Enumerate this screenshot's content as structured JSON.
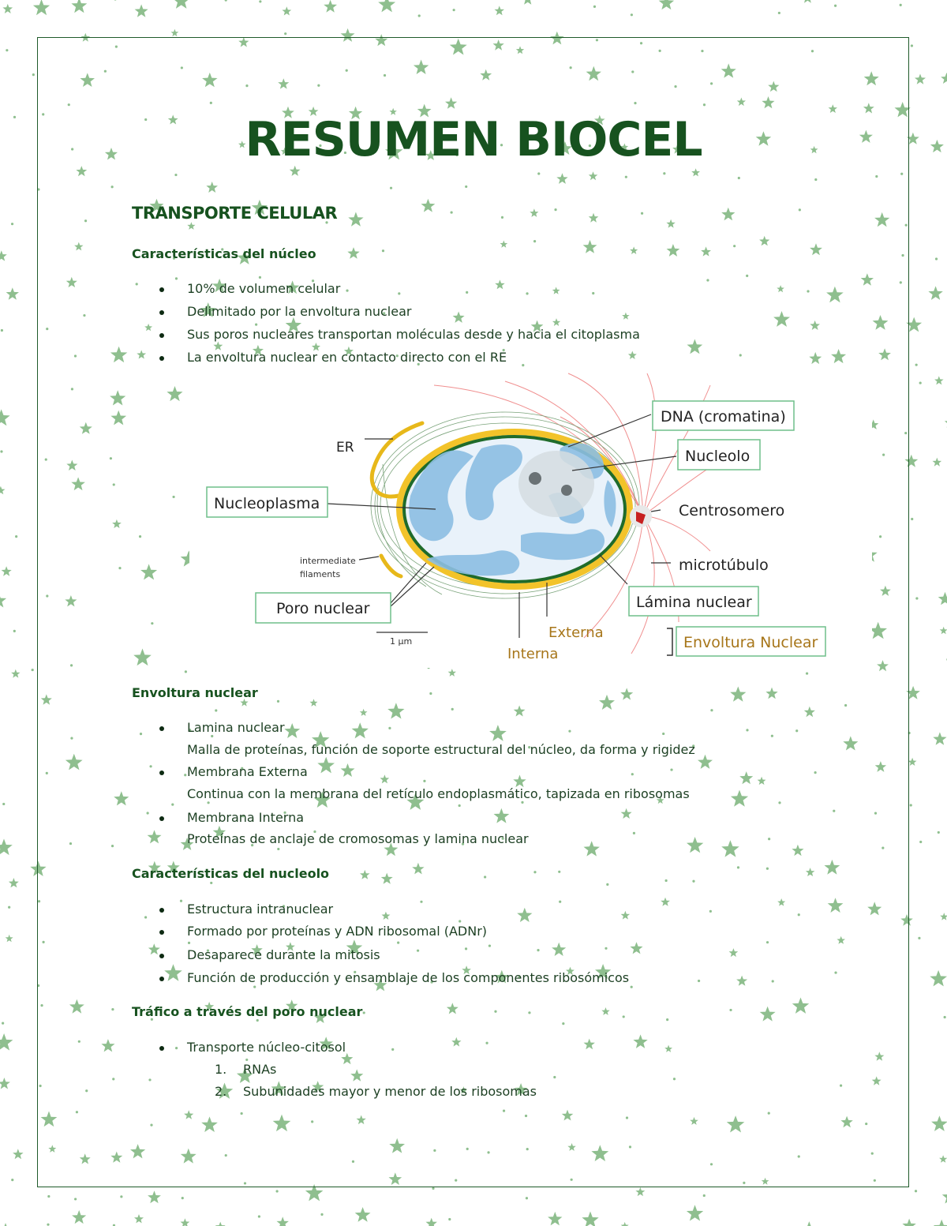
{
  "title": "RESUMEN BIOCEL",
  "section": "TRANSPORTE CELULAR",
  "nucleo": {
    "heading": "Características del núcleo",
    "items": [
      "10% de volumen celular",
      "Delimitado por la envoltura nuclear",
      "Sus poros nucleares transportan moléculas desde y hacia el citoplasma",
      "La envoltura nuclear en contacto directo con el RE"
    ]
  },
  "diagram": {
    "labels": {
      "dna": "DNA (cromatina)",
      "nucleolo": "Nucleolo",
      "er": "ER",
      "nucleoplasma": "Nucleoplasma",
      "centrosomero": "Centrosomero",
      "intermediate_1": "intermediate",
      "intermediate_2": "filaments",
      "microtubulo": "microtúbulo",
      "poro": "Poro nuclear",
      "lamina": "Lámina nuclear",
      "scale": "1 μm",
      "externa": "Externa",
      "interna": "Interna",
      "envoltura": "Envoltura Nuclear"
    },
    "colors": {
      "box_border": "#6fbf8a",
      "membrane_yellow": "#f2c32a",
      "lamina_green": "#1f6b2a",
      "chromatin_blue": "#7ab3dd",
      "envoltura_text": "#a7761a"
    }
  },
  "envoltura": {
    "heading": "Envoltura nuclear",
    "items": [
      {
        "label": "Lamina nuclear",
        "desc": "Malla de proteínas, función de soporte estructural del núcleo, da forma y rigidez"
      },
      {
        "label": "Membrana Externa",
        "desc": "Continua con la membrana del retículo endoplasmático, tapizada en ribosomas"
      },
      {
        "label": "Membrana Interna",
        "desc": "Proteínas de anclaje de cromosomas y lamina nuclear"
      }
    ]
  },
  "nucleolo": {
    "heading": "Características del nucleolo",
    "items": [
      "Estructura intranuclear",
      "Formado por proteínas y ADN ribosomal (ADNr)",
      "Desaparece durante la mitosis",
      "Función de producción y ensamblaje de los componentes ribosómicos"
    ]
  },
  "trafico": {
    "heading": "Tráfico a través del poro nuclear",
    "items": [
      "Transporte núcleo-citosol"
    ],
    "subitems": [
      {
        "n": "1.",
        "text": "RNAs"
      },
      {
        "n": "2.",
        "text": "Subunidades mayor y menor de los ribosomas"
      }
    ]
  },
  "style": {
    "star_color": "#8fbf8f",
    "green_text": "#17521f"
  }
}
